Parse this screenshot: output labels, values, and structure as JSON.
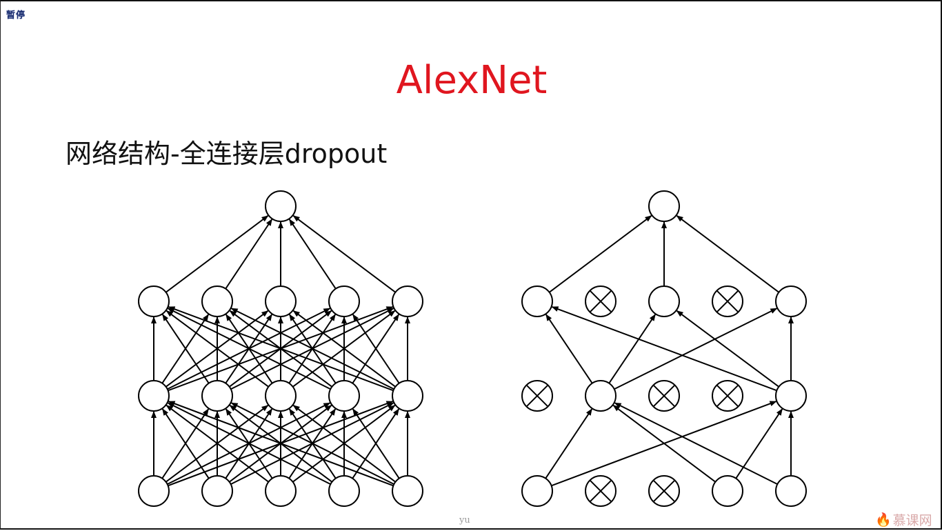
{
  "controls": {
    "pause_label": "暂停"
  },
  "slide": {
    "title": "AlexNet",
    "subtitle": "网络结构-全连接层dropout",
    "title_color": "#e0161f"
  },
  "watermark": {
    "center_text": "yu",
    "logo_text": "慕课网",
    "logo_icon": "flame-icon"
  },
  "diagram": {
    "left_network": {
      "layers": [
        {
          "name": "input",
          "units": 5
        },
        {
          "name": "hidden1",
          "units": 5
        },
        {
          "name": "hidden2",
          "units": 5
        },
        {
          "name": "output",
          "units": 1
        }
      ],
      "dropped": []
    },
    "right_network": {
      "layers": [
        {
          "name": "input",
          "units": 5
        },
        {
          "name": "hidden1",
          "units": 5
        },
        {
          "name": "hidden2",
          "units": 5
        },
        {
          "name": "output",
          "units": 1
        }
      ],
      "dropped_input": [
        1,
        2
      ],
      "dropped_hidden1": [
        0,
        2,
        3
      ],
      "dropped_hidden2": [
        1,
        3
      ]
    }
  }
}
